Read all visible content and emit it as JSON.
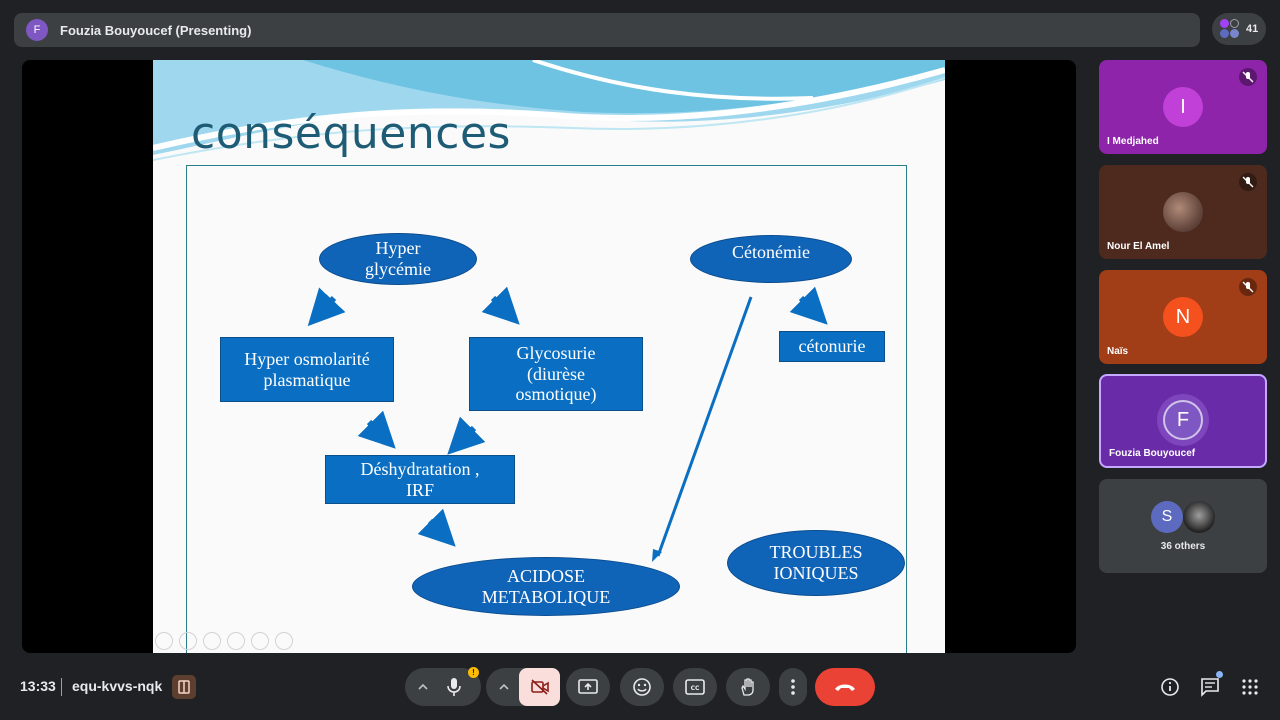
{
  "presenter_bar": {
    "avatar_letter": "F",
    "text": "Fouzia Bouyoucef (Presenting)"
  },
  "participant_count": "41",
  "slide": {
    "title": "conséquences",
    "nodes": {
      "hyperglycemie": [
        "Hyper",
        "glycémie"
      ],
      "cetonemie": "Cétonémie",
      "hyperosmolarite": [
        "Hyper osmolarité",
        "plasmatique"
      ],
      "glycosurie": [
        "Glycosurie",
        "(diurèse",
        "osmotique)"
      ],
      "cetonurie": "cétonurie",
      "deshydratation": [
        "Déshydratation ,",
        "IRF"
      ],
      "acidose": [
        "ACIDOSE",
        "METABOLIQUE"
      ],
      "troubles": [
        "TROUBLES",
        "IONIQUES"
      ]
    }
  },
  "participants": [
    {
      "name": "I Medjahed",
      "letter": "I",
      "tile_color": "#8e24aa",
      "avatar_color": "#c040d8",
      "muted": true
    },
    {
      "name": "Nour El Amel",
      "letter": "",
      "tile_color": "#4e2a1e",
      "avatar_color": "#8d6e63",
      "muted": true
    },
    {
      "name": "Naïs",
      "letter": "N",
      "tile_color": "#a13d17",
      "avatar_color": "#f4511e",
      "muted": true
    },
    {
      "name": "Fouzia Bouyoucef",
      "letter": "F",
      "tile_color": "#6a2ba8",
      "avatar_color": "#7e57c2",
      "muted": false
    }
  ],
  "others": {
    "label": "36 others",
    "avatar_letter": "S"
  },
  "bottom": {
    "time": "13:33",
    "meeting_code": "equ-kvvs-nqk"
  },
  "colors": {
    "end_call": "#ea4335",
    "camera_off": "#f9dedc"
  }
}
